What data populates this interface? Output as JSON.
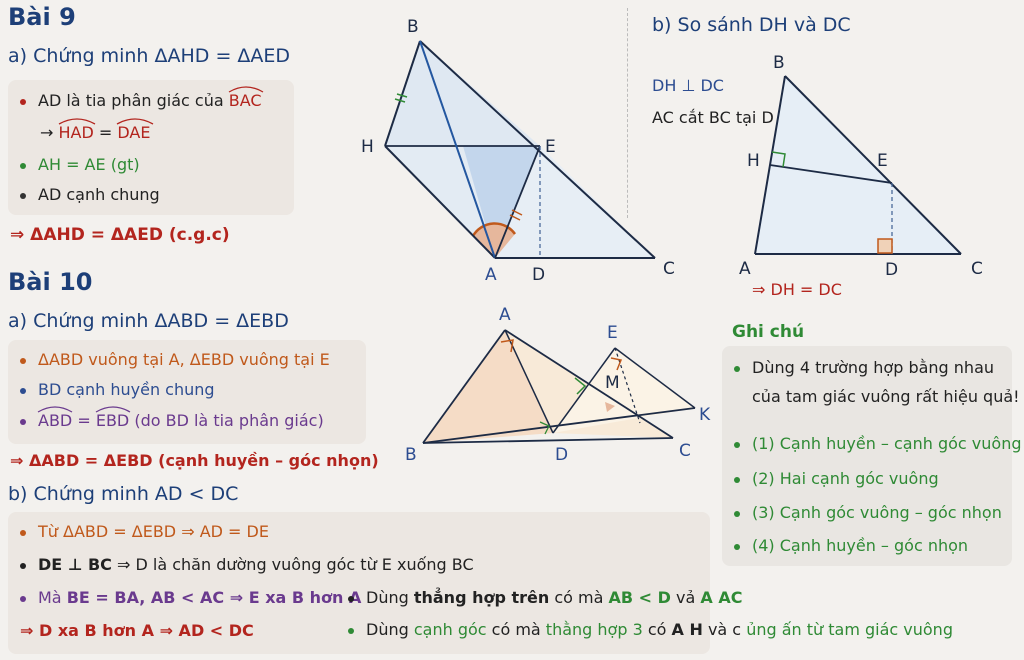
{
  "bai9": {
    "title": "Bài 9",
    "part_a": "a) Chứng minh ΔAHD = ΔAED",
    "bullet1": "AD là tia phân giác của ",
    "bullet1_angle": "BAC",
    "bullet1b_arrow": "→ ",
    "bullet1b_a1": "HAD",
    "bullet1b_eq": " = ",
    "bullet1b_a2": "DAE",
    "bullet2": "AH = AE (gt)",
    "bullet3": "AD cạnh chung",
    "conclusion": "⇒ ΔAHD = ΔAED (c.g.c)",
    "part_b": "b) So sánh DH và DC",
    "b_line1": "DH ⊥ DC",
    "b_line2": "AC cắt BC tại D",
    "b_conclusion": "⇒ DH = DC",
    "fig1_labels": {
      "B": "B",
      "H": "H",
      "E": "E",
      "A": "A",
      "D": "D",
      "C": "C"
    },
    "fig2_labels": {
      "B": "B",
      "H": "H",
      "E": "E",
      "A": "A",
      "D": "D",
      "C": "C"
    }
  },
  "bai10": {
    "title": "Bài 10",
    "part_a": "a) Chứng minh ΔABD = ΔEBD",
    "bullet1": "ΔABD vuông tại A, ΔEBD vuông tại E",
    "bullet2": "BD cạnh huyền chung",
    "bullet3_a1": "ABD",
    "bullet3_eq": " = ",
    "bullet3_a2": "EBD",
    "bullet3_rest": " (do BD là tia phân giác)",
    "conclusion": "⇒ ΔABD = ΔEBD (cạnh huyền – góc nhọn)",
    "part_b": "b) Chứng minh AD < DC",
    "b_bullet1": "Từ ΔABD = ΔEBD ⇒ AD = DE",
    "b_bullet2_bold": "DE ⊥ BC",
    "b_bullet2_rest": " ⇒ D là chăn dường vuông góc từ E xuống BC",
    "b_bullet3_pre": "Mà ",
    "b_bullet3_bold": "BE = BA, AB < AC ⇒ E xa B hơn A",
    "b_conclusion": "⇒ D xa B hơn A ⇒ AD < DC",
    "extra1_pre": "Dùng ",
    "extra1_bold": "thẳng hợp trên",
    "extra1_mid": " có mà ",
    "extra1_green": "AB < D",
    "extra1_tail": " vả ",
    "extra1_end": "A AC",
    "extra2_pre": "Dùng ",
    "extra2_green": "cạnh góc",
    "extra2_mid": " có mà ",
    "extra2_green2": "thằng hợp 3",
    "extra2_mid2": " có ",
    "extra2_bold": "A H",
    "extra2_tail": " và c ",
    "extra2_end": "ủng ấn từ tam giác vuông",
    "fig_labels": {
      "A": "A",
      "E": "E",
      "M": "M",
      "K": "K",
      "B": "B",
      "D": "D",
      "C": "C"
    }
  },
  "notes": {
    "title": "Ghi chú",
    "intro_line1": "Dùng 4 trường hợp bằng nhau",
    "intro_line2": "của tam giác vuông rất hiệu quả!",
    "items": [
      "(1)  Cạnh huyền – cạnh góc vuông",
      "(2)  Hai cạnh góc vuông",
      "(3)  Cạnh góc vuông – góc nhọn",
      "(4)  Cạnh huyền – góc nhọn"
    ]
  },
  "colors": {
    "heading": "#1d3f78",
    "red": "#b3251e",
    "green": "#2f8a35",
    "orange": "#c0591b",
    "purple": "#6a3a8e",
    "blue": "#2d4d91"
  }
}
